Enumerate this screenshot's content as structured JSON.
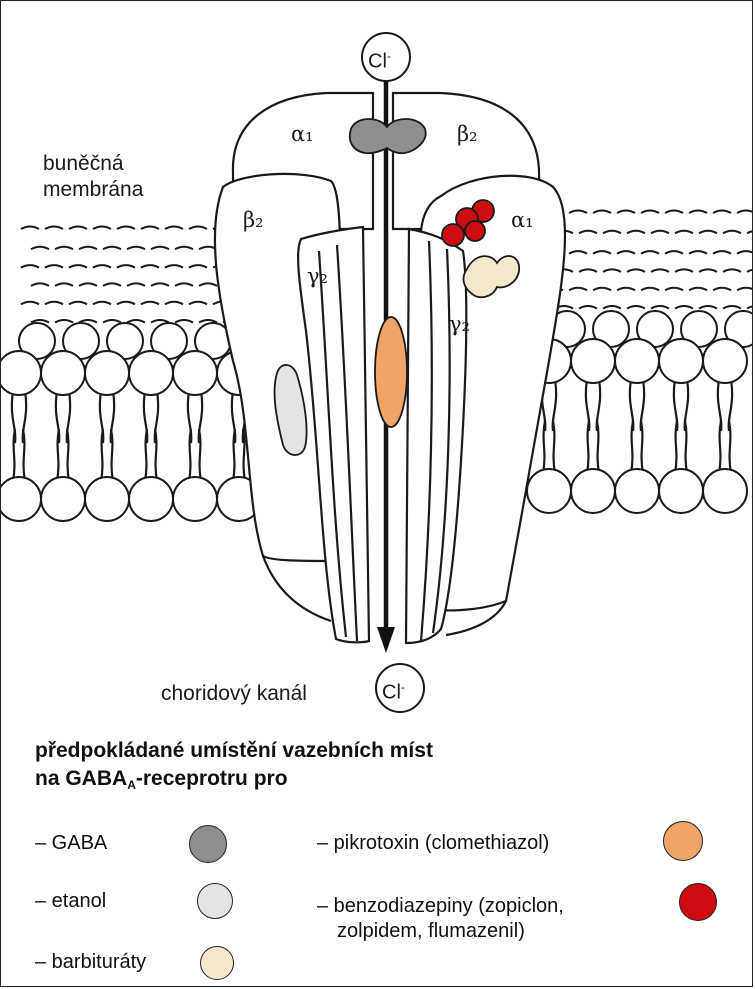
{
  "labels": {
    "membrane_line1": "buněčná",
    "membrane_line2": "membrána",
    "ion_top": "Cl",
    "ion_bottom": "Cl",
    "ion_sign": "-",
    "channel": "choridový kanál",
    "alpha1_top": "α₁",
    "beta2_top": "β₂",
    "beta2_left": "β₂",
    "alpha1_right": "α₁",
    "gamma2_left": "γ₂",
    "gamma2_right": "γ₂"
  },
  "heading": {
    "line1": "předpokládané umístění vazebních míst",
    "line2_prefix": "na GABA",
    "line2_sub": "A",
    "line2_suffix": "-receprotru pro"
  },
  "legend": {
    "gaba": {
      "label": "– GABA",
      "color": "#8e8e8e"
    },
    "ethanol": {
      "label": "– etanol",
      "color": "#e4e4e4"
    },
    "barbiturates": {
      "label": "– barbituráty",
      "color": "#f6e8cf"
    },
    "picrotoxin": {
      "label": "– pikrotoxin (clomethiazol)",
      "color": "#f0a468"
    },
    "benzodiazepines": {
      "label": "– benzodiazepiny (zopiclon,",
      "label_line2": "zolpidem, flumazenil)",
      "color": "#cc0c10"
    }
  }
}
